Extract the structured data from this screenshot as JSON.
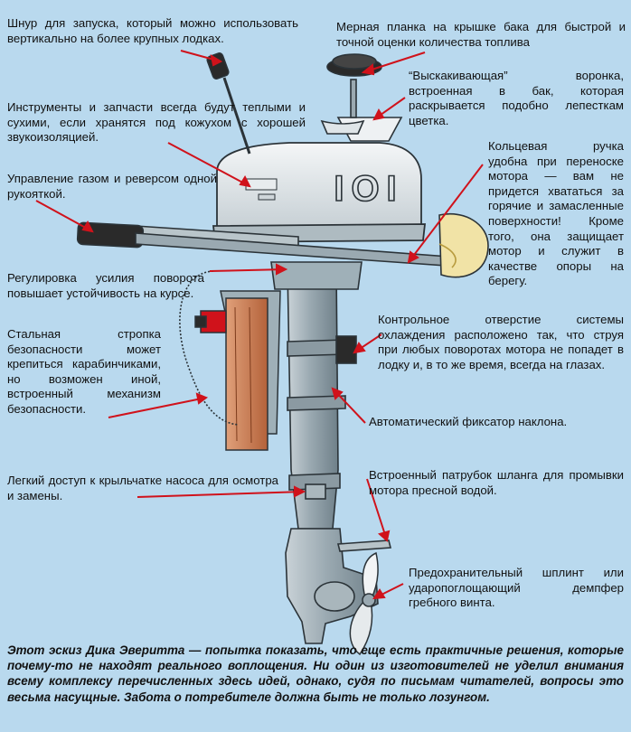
{
  "colors": {
    "background": "#b9d9ee",
    "motor_body": "#8fa0a8",
    "motor_light": "#dde3e6",
    "leader_line": "#d0121b",
    "handle_pad": "#f1e3a6",
    "tiller_grip": "#2a2a2a",
    "clamp_wood": "#c77a4e"
  },
  "labels": {
    "start_cord": "Шнур для запуска, который можно использовать вертикально на более крупных лодках.",
    "fuel_gauge": "Мерная планка на крышке бака для быстрой и точной оценки количества топлива",
    "tools_spares": "Инструменты и запчасти всегда будут теплыми и сухими, если хранятся под кожухом с хорошей звукоизоляцией.",
    "funnel": "“Выскакивающая” воронка, встроенная в бак, которая раскрывается подобно лепесткам цветка.",
    "throttle": "Управление газом и реверсом одной рукояткой.",
    "ring_handle": "Кольцевая ручка удобна при переноске мотора — вам не придется хвататься за горячие и замасленные поверхности! Кроме того, она защищает мотор и служит в качестве опоры на берегу.",
    "steering": "Регулировка усилия поворота повышает устойчивость на курсе.",
    "safety_strap": "Стальная стропка безопасности может крепиться карабинчиками, но возможен иной, встроенный механизм безопасности.",
    "cooling_hole": "Контрольное отверстие системы охлаждения расположено так, что струя при любых поворотах мотора не попадет в лодку и, в то же время, всегда на глазах.",
    "tilt_lock": "Автоматический фиксатор наклона.",
    "impeller": "Легкий доступ к крыльчатке насоса для осмотра и замены.",
    "flush_fitting": "Встроенный патрубок шланга для промывки мотора пресной водой.",
    "shear_pin": "Предохранительный шплинт или ударопоглощающий демпфер гребного винта."
  },
  "cowl_marking": "IOI",
  "caption": "Этот эскиз Дика Эверитта — попытка показать, что еще есть практичные решения, которые почему-то не находят реального воплощения. Ни один из изготовителей не уделил внимания всему комплексу перечисленных здесь идей, однако, судя по письмам читателей, вопросы это весьма насущные. Забота о потребителе должна быть не только лозунгом."
}
